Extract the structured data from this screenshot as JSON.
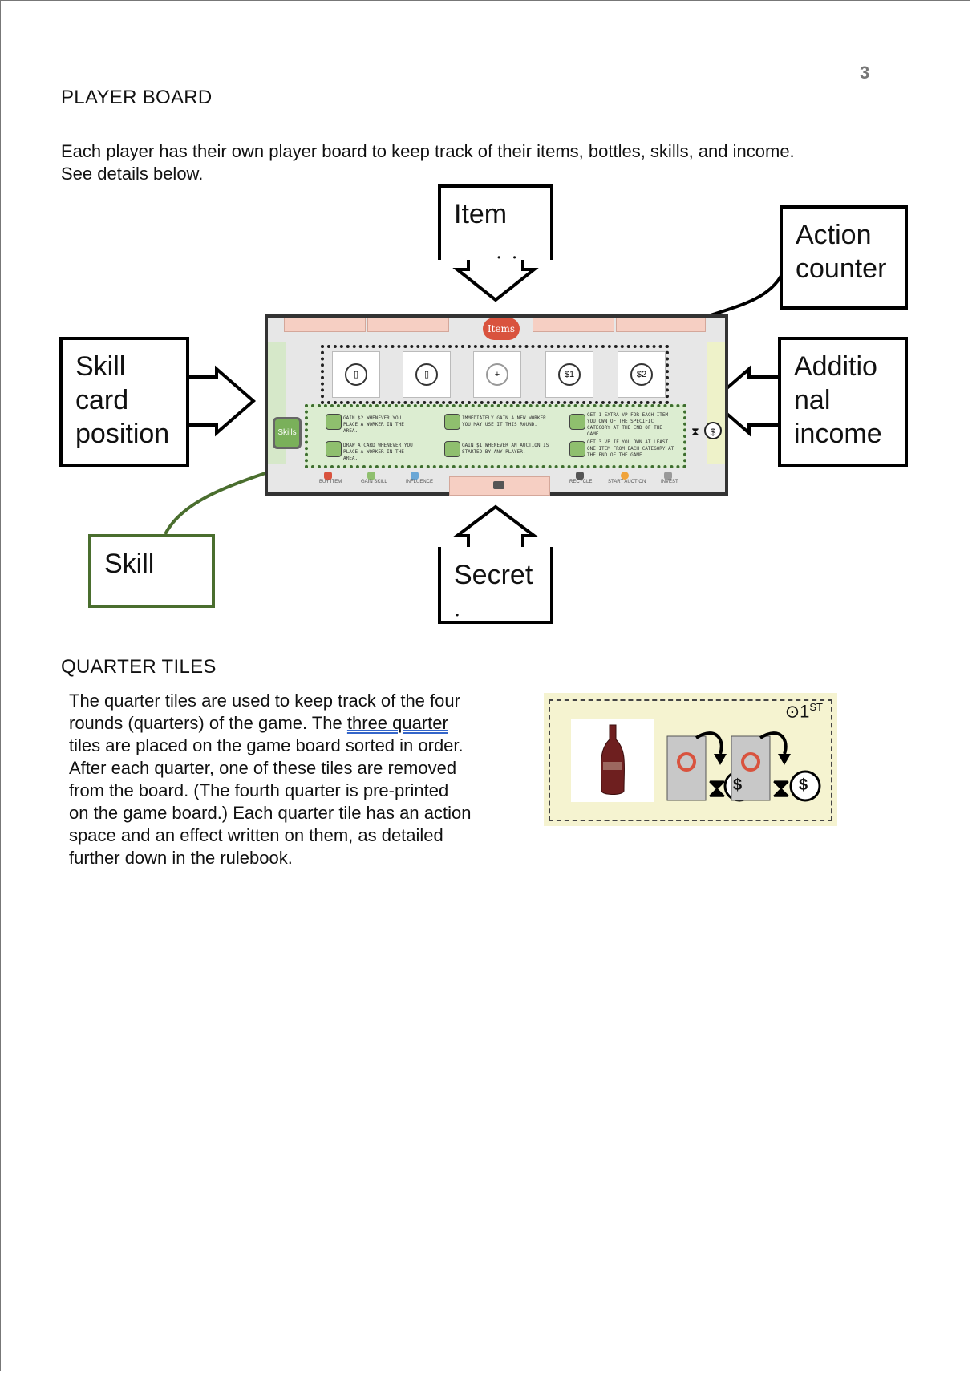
{
  "page_number": "3",
  "sections": {
    "player_board": {
      "heading": "PLAYER BOARD",
      "intro_line1": "Each player has their own player board to keep track of their items, bottles, skills, and income.",
      "intro_line2": "See details below."
    },
    "quarter_tiles": {
      "heading": "QUARTER TILES",
      "body_lines": [
        "The quarter tiles are used to keep track of the four",
        "rounds (quarters) of the game. The ",
        "three quarter",
        "tiles are placed on the game board sorted in order.",
        "After each quarter, one of these tiles are removed",
        "from the board. (The fourth quarter is pre-printed",
        "on the game board.) Each quarter tile has an action",
        "space and an effect written on them, as detailed",
        "further down in the rulebook."
      ]
    }
  },
  "callouts": {
    "item": "Item",
    "action_counter_line1": "Action",
    "action_counter_line2": "counter",
    "skill_card_line1": "Skill",
    "skill_card_line2": "card",
    "skill_card_line3": "position",
    "additional_line1": "Additio",
    "additional_line2": "nal",
    "additional_line3": "income",
    "skill": "Skill",
    "secret": "Secret"
  },
  "board": {
    "items_badge": "Items",
    "skills_badge": "Skills",
    "slot_labels": [
      "",
      "",
      "",
      "$1",
      "$2"
    ],
    "skill_texts": [
      "GAIN $2 WHENEVER YOU PLACE A WORKER IN THE AREA.",
      "IMMEDIATELY GAIN A NEW WORKER. YOU MAY USE IT THIS ROUND.",
      "GET 1 EXTRA VP FOR EACH ITEM YOU OWN OF THE SPECIFIC CATEGORY AT THE END OF THE GAME.",
      "DRAW A CARD WHENEVER YOU PLACE A WORKER IN THE AREA.",
      "GAIN $1 WHENEVER AN AUCTION IS STARTED BY ANY PLAYER.",
      "GET 3 VP IF YOU OWN AT LEAST ONE ITEM FROM EACH CATEGORY AT THE END OF THE GAME."
    ],
    "bottom_labels": [
      "BUY ITEM",
      "GAIN SKILL",
      "INFLUENCE",
      "RECYCLE",
      "START AUCTION",
      "INVEST"
    ],
    "income_symbol": "$"
  },
  "tile": {
    "first_label": "1",
    "first_suffix": "ST",
    "dollar": "$"
  }
}
